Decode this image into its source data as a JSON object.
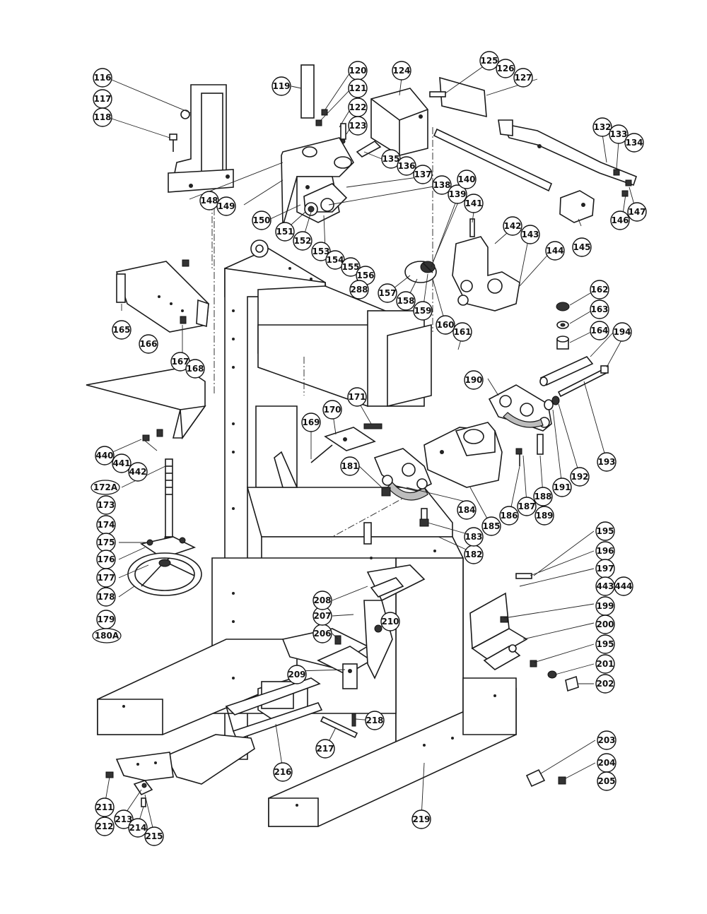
{
  "labels": [
    {
      "id": "l116",
      "text": "116"
    },
    {
      "id": "l117",
      "text": "117"
    },
    {
      "id": "l118",
      "text": "118"
    },
    {
      "id": "l119",
      "text": "119"
    },
    {
      "id": "l120",
      "text": "120"
    },
    {
      "id": "l121",
      "text": "121"
    },
    {
      "id": "l122",
      "text": "122"
    },
    {
      "id": "l123",
      "text": "123"
    },
    {
      "id": "l124",
      "text": "124"
    },
    {
      "id": "l125",
      "text": "125"
    },
    {
      "id": "l126",
      "text": "126"
    },
    {
      "id": "l127",
      "text": "127"
    },
    {
      "id": "l132",
      "text": "132"
    },
    {
      "id": "l133",
      "text": "133"
    },
    {
      "id": "l134",
      "text": "134"
    },
    {
      "id": "l135",
      "text": "135"
    },
    {
      "id": "l136",
      "text": "136"
    },
    {
      "id": "l137",
      "text": "137"
    },
    {
      "id": "l138",
      "text": "138"
    },
    {
      "id": "l139",
      "text": "139"
    },
    {
      "id": "l140",
      "text": "140"
    },
    {
      "id": "l141",
      "text": "141"
    },
    {
      "id": "l142",
      "text": "142"
    },
    {
      "id": "l143",
      "text": "143"
    },
    {
      "id": "l144",
      "text": "144"
    },
    {
      "id": "l145",
      "text": "145"
    },
    {
      "id": "l146",
      "text": "146"
    },
    {
      "id": "l147",
      "text": "147"
    },
    {
      "id": "l148",
      "text": "148"
    },
    {
      "id": "l149",
      "text": "149"
    },
    {
      "id": "l150",
      "text": "150"
    },
    {
      "id": "l151",
      "text": "151"
    },
    {
      "id": "l152",
      "text": "152"
    },
    {
      "id": "l153",
      "text": "153"
    },
    {
      "id": "l154",
      "text": "154"
    },
    {
      "id": "l155",
      "text": "155"
    },
    {
      "id": "l156",
      "text": "156"
    },
    {
      "id": "l157",
      "text": "157"
    },
    {
      "id": "l158",
      "text": "158"
    },
    {
      "id": "l159",
      "text": "159"
    },
    {
      "id": "l160",
      "text": "160"
    },
    {
      "id": "l161",
      "text": "161"
    },
    {
      "id": "l162",
      "text": "162"
    },
    {
      "id": "l163",
      "text": "163"
    },
    {
      "id": "l164",
      "text": "164"
    },
    {
      "id": "l165",
      "text": "165"
    },
    {
      "id": "l166",
      "text": "166"
    },
    {
      "id": "l167",
      "text": "167"
    },
    {
      "id": "l168",
      "text": "168"
    },
    {
      "id": "l169",
      "text": "169"
    },
    {
      "id": "l170",
      "text": "170"
    },
    {
      "id": "l171",
      "text": "171"
    },
    {
      "id": "l172A",
      "text": "172A"
    },
    {
      "id": "l173",
      "text": "173"
    },
    {
      "id": "l174",
      "text": "174"
    },
    {
      "id": "l175",
      "text": "175"
    },
    {
      "id": "l176",
      "text": "176"
    },
    {
      "id": "l177",
      "text": "177"
    },
    {
      "id": "l178",
      "text": "178"
    },
    {
      "id": "l179",
      "text": "179"
    },
    {
      "id": "l180A",
      "text": "180A"
    },
    {
      "id": "l181",
      "text": "181"
    },
    {
      "id": "l182",
      "text": "182"
    },
    {
      "id": "l183",
      "text": "183"
    },
    {
      "id": "l184",
      "text": "184"
    },
    {
      "id": "l185",
      "text": "185"
    },
    {
      "id": "l186",
      "text": "186"
    },
    {
      "id": "l187",
      "text": "187"
    },
    {
      "id": "l188",
      "text": "188"
    },
    {
      "id": "l189",
      "text": "189"
    },
    {
      "id": "l190",
      "text": "190"
    },
    {
      "id": "l191",
      "text": "191"
    },
    {
      "id": "l192",
      "text": "192"
    },
    {
      "id": "l193",
      "text": "193"
    },
    {
      "id": "l194",
      "text": "194"
    },
    {
      "id": "l195a",
      "text": "195"
    },
    {
      "id": "l196",
      "text": "196"
    },
    {
      "id": "l197",
      "text": "197"
    },
    {
      "id": "l443",
      "text": "443"
    },
    {
      "id": "l444",
      "text": "444"
    },
    {
      "id": "l199",
      "text": "199"
    },
    {
      "id": "l200",
      "text": "200"
    },
    {
      "id": "l195b",
      "text": "195"
    },
    {
      "id": "l201",
      "text": "201"
    },
    {
      "id": "l202",
      "text": "202"
    },
    {
      "id": "l203",
      "text": "203"
    },
    {
      "id": "l204",
      "text": "204"
    },
    {
      "id": "l205",
      "text": "205"
    },
    {
      "id": "l206",
      "text": "206"
    },
    {
      "id": "l207",
      "text": "207"
    },
    {
      "id": "l208",
      "text": "208"
    },
    {
      "id": "l209",
      "text": "209"
    },
    {
      "id": "l210",
      "text": "210"
    },
    {
      "id": "l211",
      "text": "211"
    },
    {
      "id": "l212",
      "text": "212"
    },
    {
      "id": "l213",
      "text": "213"
    },
    {
      "id": "l214",
      "text": "214"
    },
    {
      "id": "l215",
      "text": "215"
    },
    {
      "id": "l216",
      "text": "216"
    },
    {
      "id": "l217",
      "text": "217"
    },
    {
      "id": "l218",
      "text": "218"
    },
    {
      "id": "l219",
      "text": "219"
    },
    {
      "id": "l288",
      "text": "288"
    },
    {
      "id": "l440",
      "text": "440"
    },
    {
      "id": "l441",
      "text": "441"
    },
    {
      "id": "l442",
      "text": "442"
    }
  ]
}
